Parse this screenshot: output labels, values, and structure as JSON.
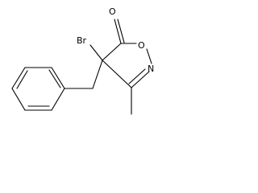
{
  "molecule": {
    "atoms": {
      "oxygen_carbonyl": "O",
      "oxygen_ring": "O",
      "nitrogen": "N",
      "bromine": "Br"
    }
  }
}
